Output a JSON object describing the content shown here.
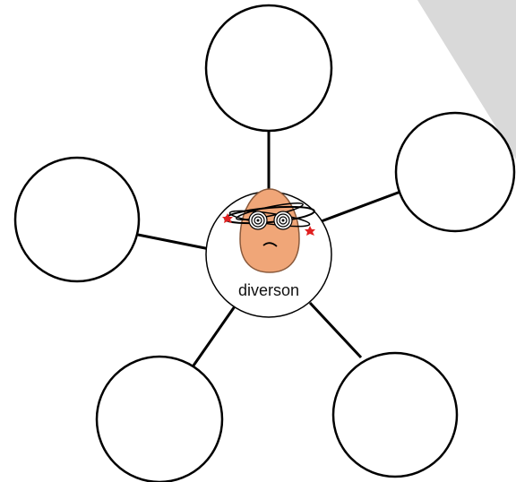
{
  "diagram": {
    "type": "spider-map",
    "center_label": "diverson",
    "center_icon": "dizzy-egg-face-icon",
    "outer_node_count": 5,
    "outer_nodes": [
      {
        "label": ""
      },
      {
        "label": ""
      },
      {
        "label": ""
      },
      {
        "label": ""
      },
      {
        "label": ""
      }
    ]
  },
  "colors": {
    "stroke": "#000000",
    "background": "#ffffff",
    "corner_fold": "#d9d9d9",
    "egg_fill": "#f0a678",
    "egg_stroke": "#8a5a3c",
    "star_red": "#e02020"
  }
}
